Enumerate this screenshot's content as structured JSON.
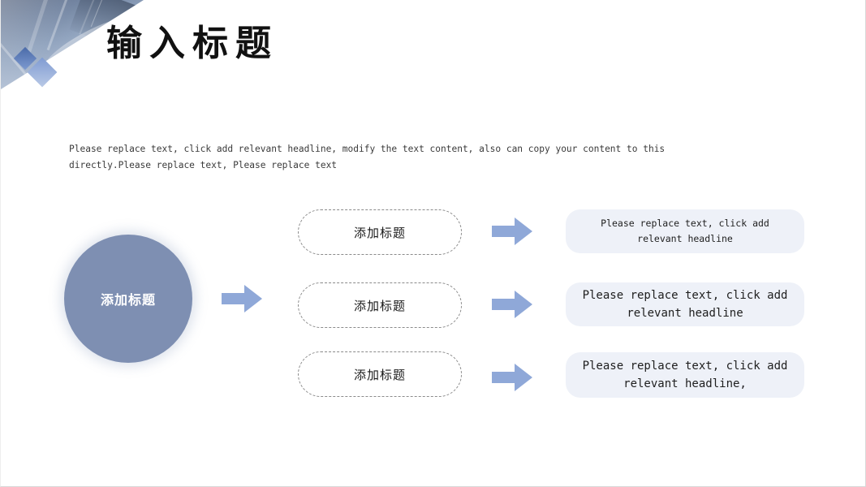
{
  "slide": {
    "title": "输入标题",
    "intro_paragraph": "Please replace text, click add relevant headline, modify the text content, also can copy your content to this directly.Please replace text, Please replace text",
    "background_color": "#ffffff"
  },
  "decoration": {
    "corner_gradient_from": "#55647f",
    "corner_gradient_to": "#c9d4e4",
    "diamond_1_color": "#4a6aa8",
    "diamond_2_color": "#7f9bd2"
  },
  "diagram": {
    "circle": {
      "label": "添加标题",
      "fill_color": "#7e8fb2",
      "text_color": "#ffffff"
    },
    "arrow_color": "#8fa8d8",
    "stages": [
      {
        "pill_label": "添加标题",
        "content": "Please replace text, click add relevant headline"
      },
      {
        "pill_label": "添加标题",
        "content": "Please replace text, click add relevant headline"
      },
      {
        "pill_label": "添加标题",
        "content": "Please replace text, click add relevant headline,"
      }
    ],
    "pill_border_color": "#8b8b8b",
    "content_box_fill": "#eef1f8"
  }
}
